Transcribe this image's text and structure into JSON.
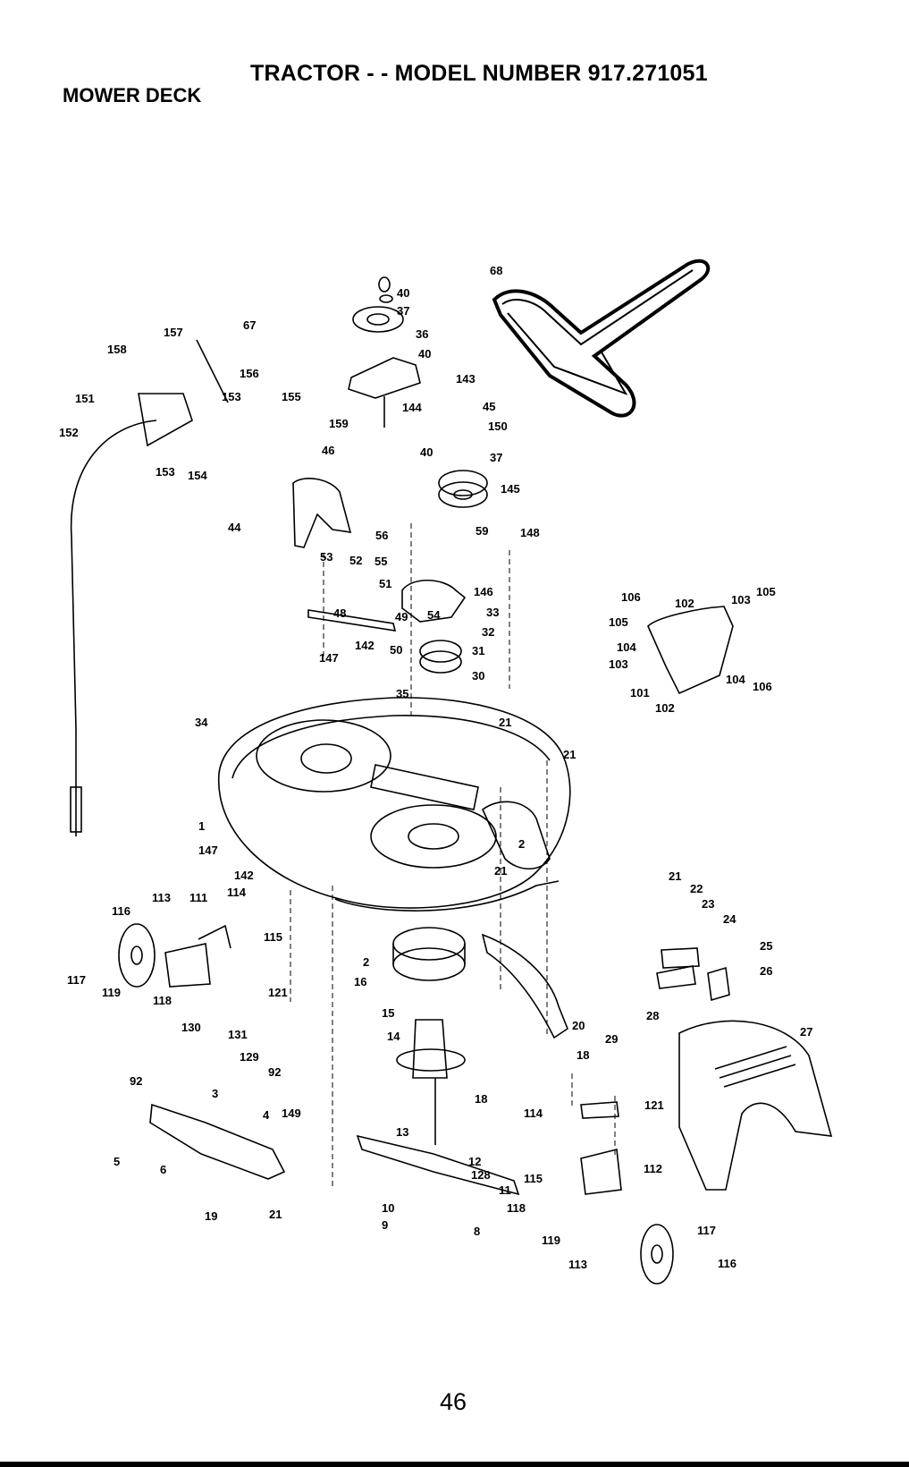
{
  "header": {
    "title": "TRACTOR - - MODEL NUMBER 917.271051",
    "section": "MOWER DECK"
  },
  "footer": {
    "page_number": "46"
  },
  "diagram": {
    "callouts": [
      "40",
      "37",
      "36",
      "40",
      "143",
      "144",
      "159",
      "45",
      "150",
      "40",
      "37",
      "145",
      "68",
      "67",
      "157",
      "158",
      "156",
      "153",
      "155",
      "151",
      "152",
      "153",
      "154",
      "46",
      "44",
      "56",
      "59",
      "148",
      "53",
      "52",
      "55",
      "51",
      "146",
      "48",
      "54",
      "33",
      "32",
      "31",
      "49",
      "50",
      "147",
      "142",
      "30",
      "35",
      "34",
      "21",
      "21",
      "1",
      "147",
      "2",
      "21",
      "106",
      "102",
      "103",
      "105",
      "105",
      "104",
      "103",
      "101",
      "104",
      "106",
      "102",
      "142",
      "116",
      "113",
      "111",
      "114",
      "115",
      "117",
      "119",
      "121",
      "2",
      "16",
      "118",
      "130",
      "131",
      "129",
      "92",
      "92",
      "3",
      "15",
      "14",
      "20",
      "18",
      "18",
      "4",
      "149",
      "13",
      "12",
      "128",
      "11",
      "5",
      "6",
      "19",
      "21",
      "10",
      "9",
      "8",
      "21",
      "22",
      "23",
      "24",
      "25",
      "26",
      "27",
      "28",
      "29",
      "114",
      "121",
      "112",
      "115",
      "118",
      "119",
      "117",
      "113",
      "116"
    ]
  }
}
